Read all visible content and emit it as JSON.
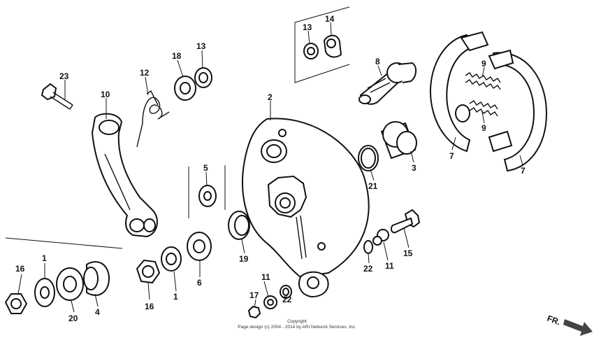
{
  "callouts": {
    "p23": "23",
    "p10": "10",
    "p12": "12",
    "p18": "18",
    "p13a": "13",
    "p13b": "13",
    "p14": "14",
    "p8": "8",
    "p9a": "9",
    "p9b": "9",
    "p2": "2",
    "p5": "5",
    "p3": "3",
    "p21": "21",
    "p7a": "7",
    "p7b": "7",
    "p19": "19",
    "p15": "15",
    "p11a": "11",
    "p22a": "22",
    "p11b": "11",
    "p17": "17",
    "p22b": "22",
    "p6": "6",
    "p1a": "1",
    "p16a": "16",
    "p16b": "16",
    "p1b": "1",
    "p20": "20",
    "p4": "4"
  },
  "copyright": {
    "line1": "Copyright",
    "line2": "Page design (c) 2004 - 2014 by ARI Network Services, Inc."
  },
  "direction": {
    "label": "FR."
  }
}
